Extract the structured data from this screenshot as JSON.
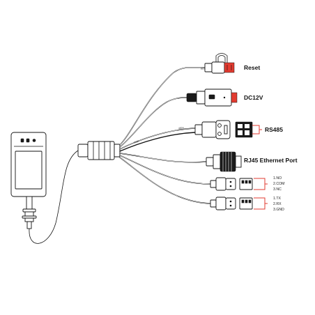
{
  "labels": {
    "reset": "Reset",
    "dc12v": "DC12V",
    "rs485": "RS485",
    "rj45": "RJ45 Ethernet Port"
  },
  "relay_pins": [
    "1.NO",
    "2.COM",
    "3.NC"
  ],
  "serial_pins": [
    "1.TX",
    "2.RX",
    "3.GND"
  ],
  "cable_prints": {
    "reset": "RESET",
    "rs485_a": "485A",
    "rs485_b": "485B"
  },
  "colors": {
    "accent": "#e23b30",
    "line": "#111111",
    "background": "#ffffff"
  }
}
